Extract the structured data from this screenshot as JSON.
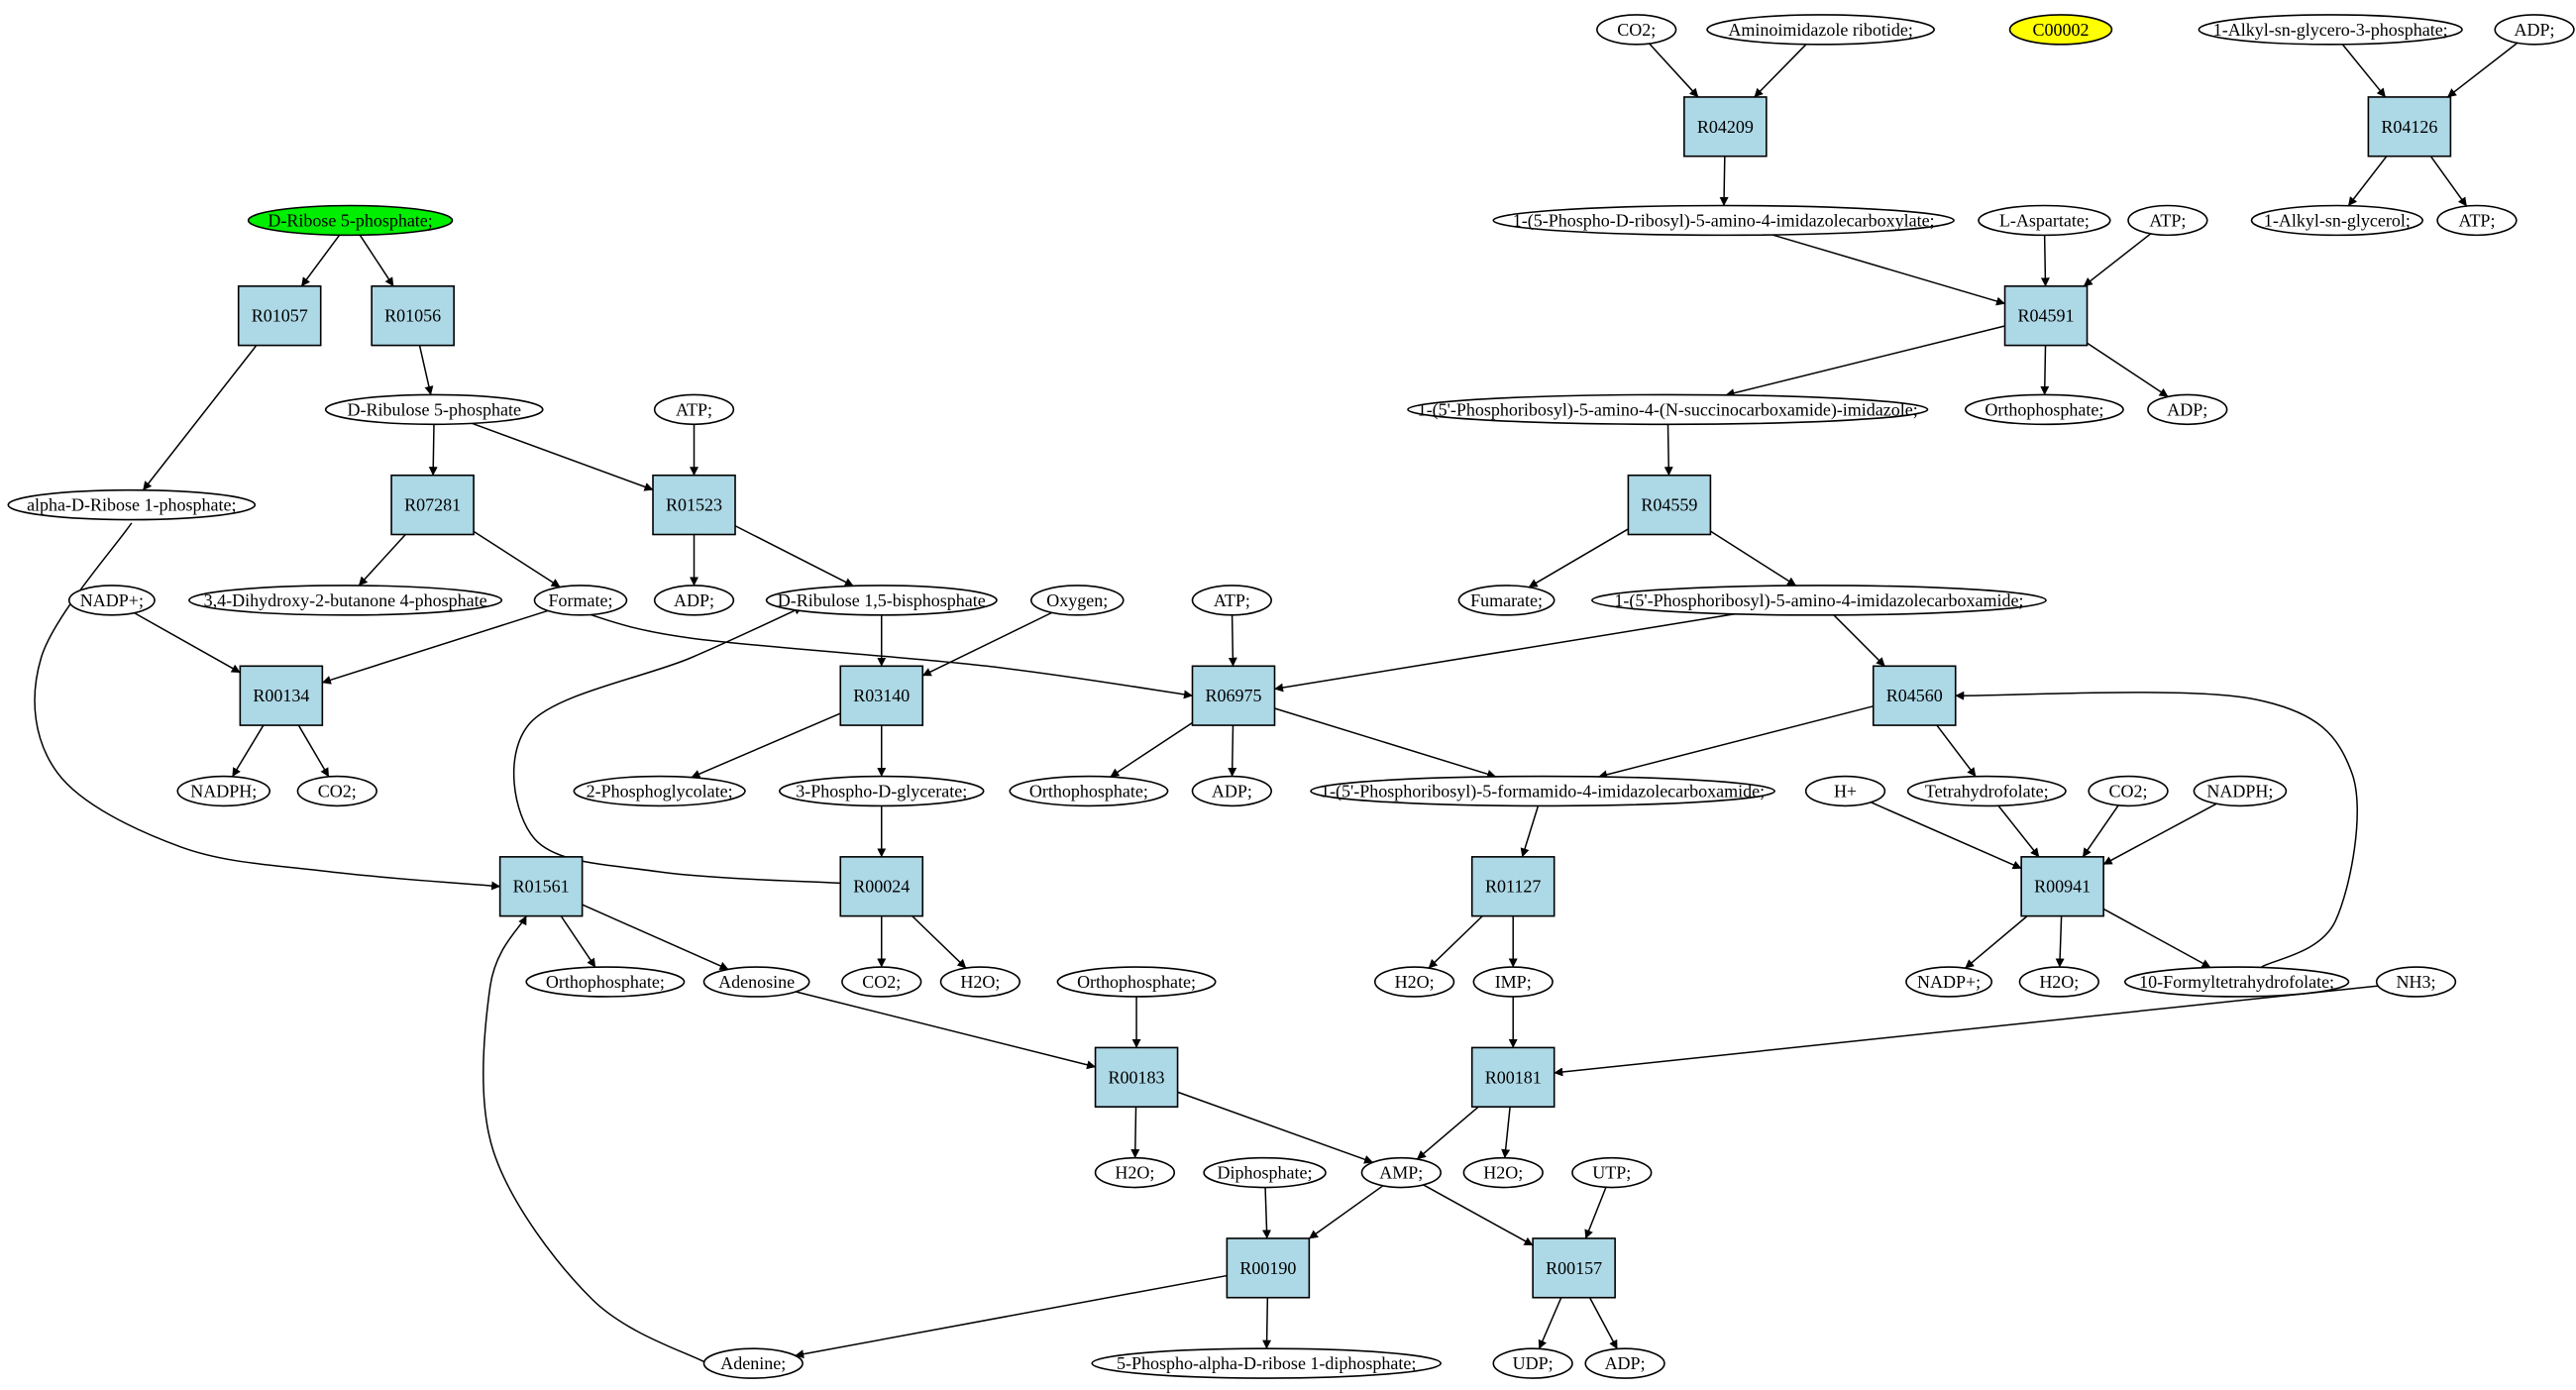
{
  "colors": {
    "compound_fill": "#ffffff",
    "reaction_fill": "#add8e6",
    "start_fill": "#00ee00",
    "highlight_fill": "#ffff00",
    "stroke": "#000000"
  },
  "nodes": [
    {
      "id": "n_co2_top",
      "label": "CO2;",
      "kind": "compound"
    },
    {
      "id": "n_aminoimid",
      "label": "Aminoimidazole ribotide;",
      "kind": "compound"
    },
    {
      "id": "n_c00002",
      "label": "C00002",
      "kind": "highlight"
    },
    {
      "id": "n_alkylsnp",
      "label": "1-Alkyl-sn-glycero-3-phosphate;",
      "kind": "compound"
    },
    {
      "id": "n_adp_tr",
      "label": "ADP;",
      "kind": "compound"
    },
    {
      "id": "r_R04209",
      "label": "R04209",
      "kind": "reaction"
    },
    {
      "id": "r_R04126",
      "label": "R04126",
      "kind": "reaction"
    },
    {
      "id": "n_carboxylate",
      "label": "1-(5-Phospho-D-ribosyl)-5-amino-4-imidazolecarboxylate;",
      "kind": "compound"
    },
    {
      "id": "n_laspartate",
      "label": "L-Aspartate;",
      "kind": "compound"
    },
    {
      "id": "n_atp_r04591",
      "label": "ATP;",
      "kind": "compound"
    },
    {
      "id": "n_alkylglycerol",
      "label": "1-Alkyl-sn-glycerol;",
      "kind": "compound"
    },
    {
      "id": "n_atp_tr",
      "label": "ATP;",
      "kind": "compound"
    },
    {
      "id": "n_dribose5p",
      "label": "D-Ribose 5-phosphate;",
      "kind": "start"
    },
    {
      "id": "r_R01057",
      "label": "R01057",
      "kind": "reaction"
    },
    {
      "id": "r_R01056",
      "label": "R01056",
      "kind": "reaction"
    },
    {
      "id": "r_R04591",
      "label": "R04591",
      "kind": "reaction"
    },
    {
      "id": "n_dribulose5p",
      "label": "D-Ribulose 5-phosphate",
      "kind": "compound"
    },
    {
      "id": "n_atp_r01523",
      "label": "ATP;",
      "kind": "compound"
    },
    {
      "id": "n_succino",
      "label": "1-(5'-Phosphoribosyl)-5-amino-4-(N-succinocarboxamide)-imidazole;",
      "kind": "compound"
    },
    {
      "id": "n_orthop_r04591",
      "label": "Orthophosphate;",
      "kind": "compound"
    },
    {
      "id": "n_adp_r04591",
      "label": "ADP;",
      "kind": "compound"
    },
    {
      "id": "n_alpharibose1p",
      "label": "alpha-D-Ribose 1-phosphate;",
      "kind": "compound"
    },
    {
      "id": "r_R07281",
      "label": "R07281",
      "kind": "reaction"
    },
    {
      "id": "r_R01523",
      "label": "R01523",
      "kind": "reaction"
    },
    {
      "id": "r_R04559",
      "label": "R04559",
      "kind": "reaction"
    },
    {
      "id": "n_nadpplus_l",
      "label": "NADP+;",
      "kind": "compound"
    },
    {
      "id": "n_butanone",
      "label": "3,4-Dihydroxy-2-butanone 4-phosphate",
      "kind": "compound"
    },
    {
      "id": "n_formate",
      "label": "Formate;",
      "kind": "compound"
    },
    {
      "id": "n_adp_r01523",
      "label": "ADP;",
      "kind": "compound"
    },
    {
      "id": "n_ribulose15bp",
      "label": "D-Ribulose 1,5-bisphosphate",
      "kind": "compound"
    },
    {
      "id": "n_oxygen",
      "label": "Oxygen;",
      "kind": "compound"
    },
    {
      "id": "n_atp_r06975",
      "label": "ATP;",
      "kind": "compound"
    },
    {
      "id": "n_fumarate",
      "label": "Fumarate;",
      "kind": "compound"
    },
    {
      "id": "n_carboxamide",
      "label": "1-(5'-Phosphoribosyl)-5-amino-4-imidazolecarboxamide;",
      "kind": "compound"
    },
    {
      "id": "r_R00134",
      "label": "R00134",
      "kind": "reaction"
    },
    {
      "id": "r_R03140",
      "label": "R03140",
      "kind": "reaction"
    },
    {
      "id": "r_R06975",
      "label": "R06975",
      "kind": "reaction"
    },
    {
      "id": "r_R04560",
      "label": "R04560",
      "kind": "reaction"
    },
    {
      "id": "n_nadph_l",
      "label": "NADPH;",
      "kind": "compound"
    },
    {
      "id": "n_co2_r00134",
      "label": "CO2;",
      "kind": "compound"
    },
    {
      "id": "n_2pglycolate",
      "label": "2-Phosphoglycolate;",
      "kind": "compound"
    },
    {
      "id": "n_3pglycerate",
      "label": "3-Phospho-D-glycerate;",
      "kind": "compound"
    },
    {
      "id": "n_orthop_r06975",
      "label": "Orthophosphate;",
      "kind": "compound"
    },
    {
      "id": "n_adp_r06975",
      "label": "ADP;",
      "kind": "compound"
    },
    {
      "id": "n_formamido",
      "label": "1-(5'-Phosphoribosyl)-5-formamido-4-imidazolecarboxamide;",
      "kind": "compound"
    },
    {
      "id": "n_hplus",
      "label": "H+",
      "kind": "compound"
    },
    {
      "id": "n_thf",
      "label": "Tetrahydrofolate;",
      "kind": "compound"
    },
    {
      "id": "n_co2_r00941",
      "label": "CO2;",
      "kind": "compound"
    },
    {
      "id": "n_nadph_r",
      "label": "NADPH;",
      "kind": "compound"
    },
    {
      "id": "r_R01561",
      "label": "R01561",
      "kind": "reaction"
    },
    {
      "id": "r_R00024",
      "label": "R00024",
      "kind": "reaction"
    },
    {
      "id": "r_R01127",
      "label": "R01127",
      "kind": "reaction"
    },
    {
      "id": "r_R00941",
      "label": "R00941",
      "kind": "reaction"
    },
    {
      "id": "n_orthop_r01561",
      "label": "Orthophosphate;",
      "kind": "compound"
    },
    {
      "id": "n_adenosine",
      "label": "Adenosine",
      "kind": "compound"
    },
    {
      "id": "n_co2_r00024",
      "label": "CO2;",
      "kind": "compound"
    },
    {
      "id": "n_h2o_r00024",
      "label": "H2O;",
      "kind": "compound"
    },
    {
      "id": "n_orthop_r00183",
      "label": "Orthophosphate;",
      "kind": "compound"
    },
    {
      "id": "n_h2o_r01127",
      "label": "H2O;",
      "kind": "compound"
    },
    {
      "id": "n_imp",
      "label": "IMP;",
      "kind": "compound"
    },
    {
      "id": "n_nadpplus_r",
      "label": "NADP+;",
      "kind": "compound"
    },
    {
      "id": "n_h2o_r00941",
      "label": "H2O;",
      "kind": "compound"
    },
    {
      "id": "n_10fthf",
      "label": "10-Formyltetrahydrofolate;",
      "kind": "compound"
    },
    {
      "id": "n_nh3",
      "label": "NH3;",
      "kind": "compound"
    },
    {
      "id": "r_R00183",
      "label": "R00183",
      "kind": "reaction"
    },
    {
      "id": "r_R00181",
      "label": "R00181",
      "kind": "reaction"
    },
    {
      "id": "n_h2o_r00183",
      "label": "H2O;",
      "kind": "compound"
    },
    {
      "id": "n_diphosphate",
      "label": "Diphosphate;",
      "kind": "compound"
    },
    {
      "id": "n_amp",
      "label": "AMP;",
      "kind": "compound"
    },
    {
      "id": "n_h2o_r00181",
      "label": "H2O;",
      "kind": "compound"
    },
    {
      "id": "n_utp",
      "label": "UTP;",
      "kind": "compound"
    },
    {
      "id": "r_R00190",
      "label": "R00190",
      "kind": "reaction"
    },
    {
      "id": "r_R00157",
      "label": "R00157",
      "kind": "reaction"
    },
    {
      "id": "n_adenine",
      "label": "Adenine;",
      "kind": "compound"
    },
    {
      "id": "n_prpp",
      "label": "5-Phospho-alpha-D-ribose 1-diphosphate;",
      "kind": "compound"
    },
    {
      "id": "n_udp",
      "label": "UDP;",
      "kind": "compound"
    },
    {
      "id": "n_adp_r00157",
      "label": "ADP;",
      "kind": "compound"
    }
  ],
  "edges": [
    {
      "from": "n_co2_top",
      "to": "r_R04209"
    },
    {
      "from": "n_aminoimid",
      "to": "r_R04209"
    },
    {
      "from": "r_R04209",
      "to": "n_carboxylate"
    },
    {
      "from": "n_alkylsnp",
      "to": "r_R04126"
    },
    {
      "from": "n_adp_tr",
      "to": "r_R04126"
    },
    {
      "from": "r_R04126",
      "to": "n_alkylglycerol"
    },
    {
      "from": "r_R04126",
      "to": "n_atp_tr"
    },
    {
      "from": "n_carboxylate",
      "to": "r_R04591"
    },
    {
      "from": "n_laspartate",
      "to": "r_R04591"
    },
    {
      "from": "n_atp_r04591",
      "to": "r_R04591"
    },
    {
      "from": "r_R04591",
      "to": "n_succino"
    },
    {
      "from": "r_R04591",
      "to": "n_orthop_r04591"
    },
    {
      "from": "r_R04591",
      "to": "n_adp_r04591"
    },
    {
      "from": "n_succino",
      "to": "r_R04559"
    },
    {
      "from": "r_R04559",
      "to": "n_fumarate"
    },
    {
      "from": "r_R04559",
      "to": "n_carboxamide"
    },
    {
      "from": "n_dribose5p",
      "to": "r_R01057"
    },
    {
      "from": "n_dribose5p",
      "to": "r_R01056"
    },
    {
      "from": "r_R01057",
      "to": "n_alpharibose1p"
    },
    {
      "from": "r_R01056",
      "to": "n_dribulose5p"
    },
    {
      "from": "n_dribulose5p",
      "to": "r_R07281"
    },
    {
      "from": "n_dribulose5p",
      "to": "r_R01523"
    },
    {
      "from": "n_atp_r01523",
      "to": "r_R01523"
    },
    {
      "from": "r_R07281",
      "to": "n_butanone"
    },
    {
      "from": "r_R07281",
      "to": "n_formate"
    },
    {
      "from": "r_R01523",
      "to": "n_adp_r01523"
    },
    {
      "from": "r_R01523",
      "to": "n_ribulose15bp"
    },
    {
      "from": "n_nadpplus_l",
      "to": "r_R00134"
    },
    {
      "from": "n_formate",
      "to": "r_R00134"
    },
    {
      "from": "r_R00134",
      "to": "n_nadph_l"
    },
    {
      "from": "r_R00134",
      "to": "n_co2_r00134"
    },
    {
      "from": "n_formate",
      "to": "r_R06975"
    },
    {
      "from": "n_ribulose15bp",
      "to": "r_R03140"
    },
    {
      "from": "n_oxygen",
      "to": "r_R03140"
    },
    {
      "from": "r_R03140",
      "to": "n_2pglycolate"
    },
    {
      "from": "r_R03140",
      "to": "n_3pglycerate"
    },
    {
      "from": "n_3pglycerate",
      "to": "r_R00024"
    },
    {
      "from": "r_R00024",
      "to": "n_ribulose15bp"
    },
    {
      "from": "r_R00024",
      "to": "n_co2_r00024"
    },
    {
      "from": "r_R00024",
      "to": "n_h2o_r00024"
    },
    {
      "from": "n_atp_r06975",
      "to": "r_R06975"
    },
    {
      "from": "n_carboxamide",
      "to": "r_R06975"
    },
    {
      "from": "r_R06975",
      "to": "n_orthop_r06975"
    },
    {
      "from": "r_R06975",
      "to": "n_adp_r06975"
    },
    {
      "from": "r_R06975",
      "to": "n_formamido"
    },
    {
      "from": "n_carboxamide",
      "to": "r_R04560"
    },
    {
      "from": "r_R04560",
      "to": "n_formamido"
    },
    {
      "from": "r_R04560",
      "to": "n_thf"
    },
    {
      "from": "n_10fthf",
      "to": "r_R04560"
    },
    {
      "from": "n_hplus",
      "to": "r_R00941"
    },
    {
      "from": "n_thf",
      "to": "r_R00941"
    },
    {
      "from": "n_co2_r00941",
      "to": "r_R00941"
    },
    {
      "from": "n_nadph_r",
      "to": "r_R00941"
    },
    {
      "from": "r_R00941",
      "to": "n_nadpplus_r"
    },
    {
      "from": "r_R00941",
      "to": "n_h2o_r00941"
    },
    {
      "from": "r_R00941",
      "to": "n_10fthf"
    },
    {
      "from": "n_formamido",
      "to": "r_R01127"
    },
    {
      "from": "r_R01127",
      "to": "n_h2o_r01127"
    },
    {
      "from": "r_R01127",
      "to": "n_imp"
    },
    {
      "from": "n_alpharibose1p",
      "to": "r_R01561"
    },
    {
      "from": "n_adenine",
      "to": "r_R01561"
    },
    {
      "from": "r_R01561",
      "to": "n_orthop_r01561"
    },
    {
      "from": "r_R01561",
      "to": "n_adenosine"
    },
    {
      "from": "n_adenosine",
      "to": "r_R00183"
    },
    {
      "from": "n_orthop_r00183",
      "to": "r_R00183"
    },
    {
      "from": "r_R00183",
      "to": "n_h2o_r00183"
    },
    {
      "from": "r_R00183",
      "to": "n_amp"
    },
    {
      "from": "n_imp",
      "to": "r_R00181"
    },
    {
      "from": "n_nh3",
      "to": "r_R00181"
    },
    {
      "from": "r_R00181",
      "to": "n_amp"
    },
    {
      "from": "r_R00181",
      "to": "n_h2o_r00181"
    },
    {
      "from": "n_diphosphate",
      "to": "r_R00190"
    },
    {
      "from": "n_amp",
      "to": "r_R00190"
    },
    {
      "from": "r_R00190",
      "to": "n_adenine"
    },
    {
      "from": "r_R00190",
      "to": "n_prpp"
    },
    {
      "from": "n_amp",
      "to": "r_R00157"
    },
    {
      "from": "n_utp",
      "to": "r_R00157"
    },
    {
      "from": "r_R00157",
      "to": "n_udp"
    },
    {
      "from": "r_R00157",
      "to": "n_adp_r00157"
    }
  ]
}
